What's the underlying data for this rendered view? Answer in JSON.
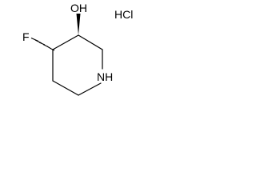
{
  "structure": {
    "atoms": {
      "hydroxyl": "OH",
      "fluorine": "F",
      "nitrogen": "NH"
    },
    "salt": "HCl"
  },
  "colors": {
    "ink": "#000000",
    "background": "#ffffff"
  }
}
